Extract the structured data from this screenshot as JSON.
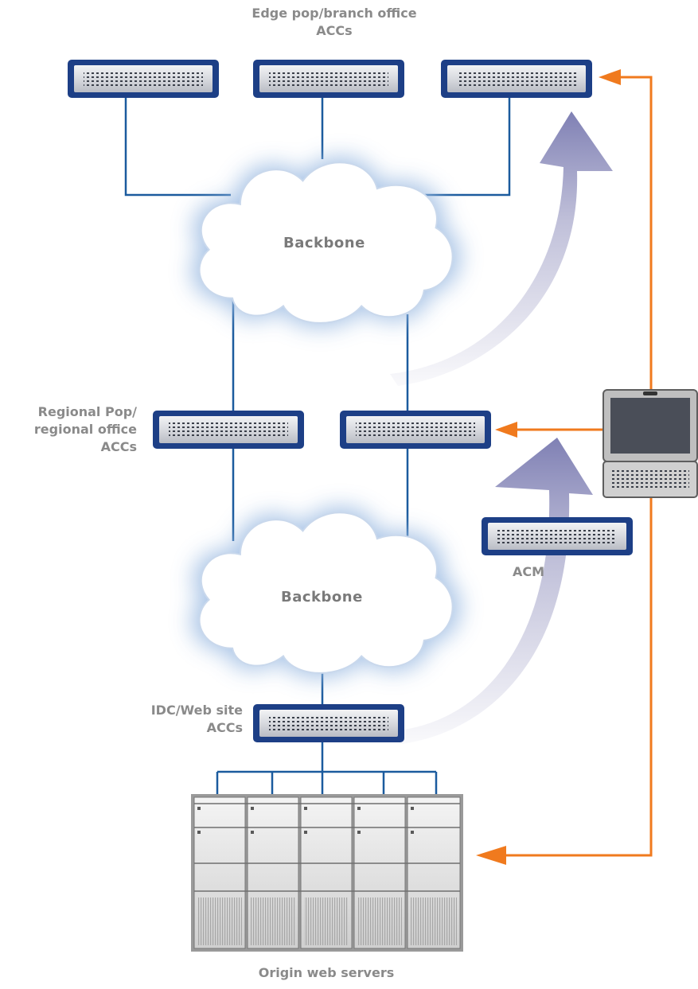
{
  "labels": {
    "edge_line1": "Edge pop/branch office",
    "edge_line2": "ACCs",
    "regional_line1": "Regional Pop/",
    "regional_line2": "regional office",
    "regional_line3": "ACCs",
    "idc_line1": "IDC/Web site",
    "idc_line2": "ACCs",
    "acm": "ACM",
    "origin": "Origin web servers",
    "backbone_top": "Backbone",
    "backbone_bottom": "Backbone"
  },
  "colors": {
    "link": "#1b5b9e",
    "device_frame": "#1d3f86",
    "device_face": "#d9dbe0",
    "cloud_glow": "#8fb0d8",
    "orange_arrow": "#f07a1e",
    "purple_arrow": "#8c8cba",
    "label": "#8a8a8a"
  },
  "icons": [
    "network-appliance-icon",
    "cloud-icon",
    "laptop-icon",
    "server-rack-icon"
  ]
}
